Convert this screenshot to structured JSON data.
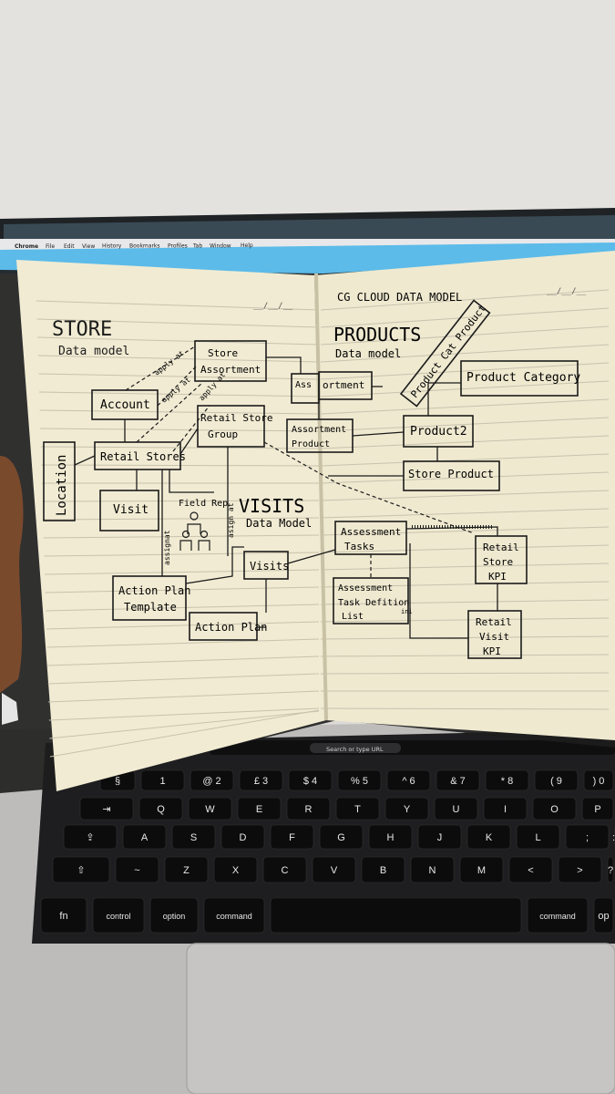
{
  "mac_menu": {
    "app": "Chrome",
    "items": [
      "File",
      "Edit",
      "View",
      "History",
      "Bookmarks",
      "Profiles",
      "Tab",
      "Window",
      "Help"
    ]
  },
  "left_page": {
    "date_mark": "__/__/__",
    "store_title": "STORE",
    "store_subtitle": "Data model",
    "visits_title": "VISITS",
    "visits_subtitle": "Data Model",
    "entities": {
      "store_assortment": [
        "Store",
        "Assortment"
      ],
      "account": "Account",
      "retail_store_group": [
        "Retail Store",
        "Group"
      ],
      "retail_stores": "Retail Stores",
      "location": "Location",
      "visit": "Visit",
      "field_rep": "Field Rep",
      "action_plan_template": [
        "Action Plan",
        "Template"
      ],
      "action_plan": "Action Plan",
      "visits": "Visits",
      "assortment_partial": "Ass"
    },
    "edge_labels": {
      "apply_at_1": "apply at",
      "apply_at_2": "apply at",
      "apply_at_3": "apply at",
      "assignat": "assignat",
      "asign_at": "asign at"
    }
  },
  "right_page": {
    "header": "CG CLOUD DATA MODEL",
    "date_mark": "__/__/__",
    "products_title": "PRODUCTS",
    "products_subtitle": "Data model",
    "entities": {
      "product_cat_product": "Product Cat Product",
      "product_category": "Product Category",
      "assortment": "ortment",
      "assortment_product": [
        "Assortment",
        "Product"
      ],
      "product2": "Product2",
      "store_product": "Store Product",
      "assessment_tasks": [
        "Assessment",
        "Tasks"
      ],
      "retail_store_kpi": [
        "Retail",
        "Store",
        "KPI"
      ],
      "assessment_task_definition_list": [
        "Assessment",
        "Task Defition",
        "List"
      ],
      "retail_visit_kpi": [
        "Retail",
        "Visit",
        "KPI"
      ],
      "definition_insert": "ini"
    }
  },
  "keyboard": {
    "touchbar_search": "Search or type URL",
    "rows": [
      [
        "§",
        "1",
        "@ 2",
        "£ 3",
        "$ 4",
        "% 5",
        "^ 6",
        "& 7",
        "* 8",
        "( 9",
        ") 0",
        "_ -"
      ],
      [
        "⇥",
        "Q",
        "W",
        "E",
        "R",
        "T",
        "Y",
        "U",
        "I",
        "O",
        "P",
        "{ ["
      ],
      [
        "⇪",
        "A",
        "S",
        "D",
        "F",
        "G",
        "H",
        "J",
        "K",
        "L",
        ";",
        ": \""
      ],
      [
        "⇧",
        "~",
        "Z",
        "X",
        "C",
        "V",
        "B",
        "N",
        "M",
        "<",
        ">",
        "?"
      ],
      [
        "fn",
        "control",
        "option",
        "command",
        "",
        "command",
        "op"
      ]
    ]
  },
  "colors": {
    "paper": "#f1ebd3",
    "ink": "#1b1b1b",
    "screen": "#58b8e8",
    "keyboard": "#1e1e20",
    "laptop": "#b9b8b6"
  }
}
